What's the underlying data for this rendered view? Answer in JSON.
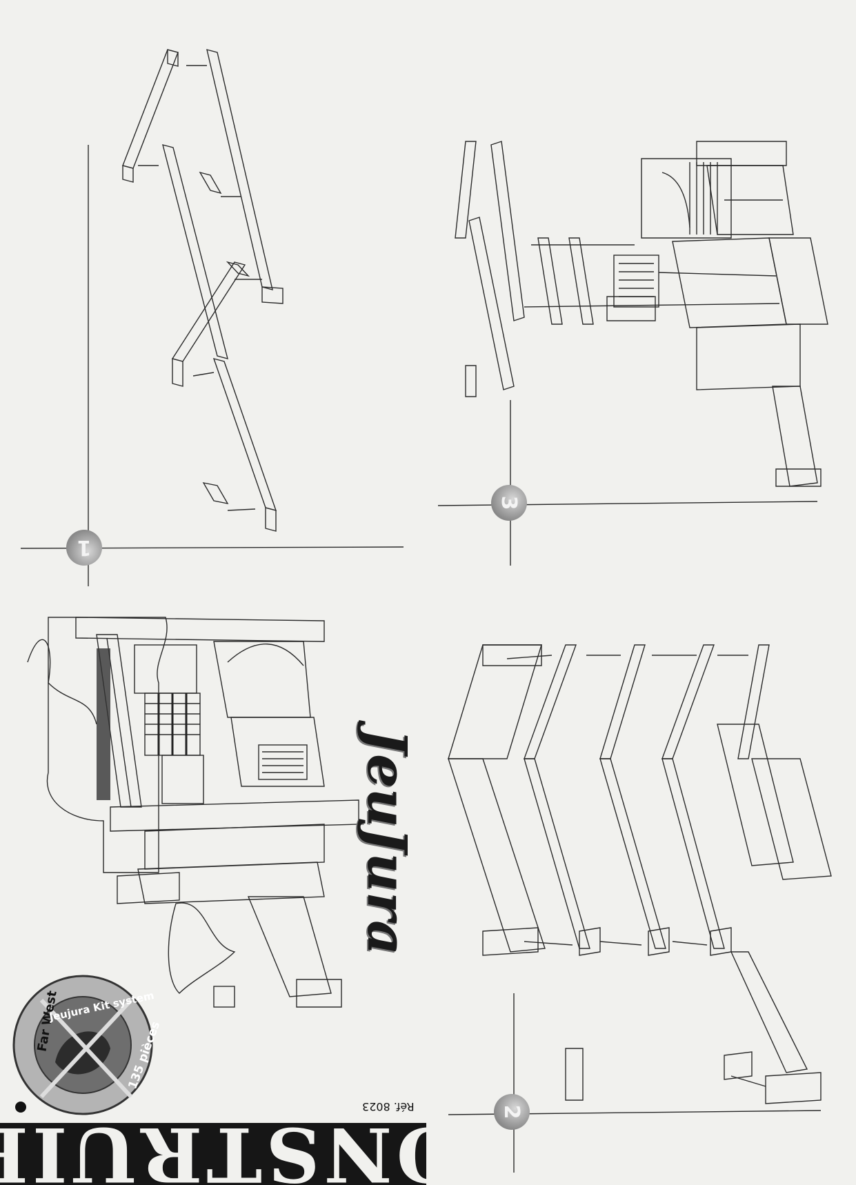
{
  "banner": {
    "text": "CONSTRUIRE"
  },
  "reference": {
    "text": "Réf. 8023"
  },
  "brand": {
    "name": "JeuJura"
  },
  "seal": {
    "line1": "Far West",
    "line2": "Jeujura Kit system",
    "line3": "135 pièces"
  },
  "steps": [
    {
      "number": "1"
    },
    {
      "number": "2"
    },
    {
      "number": "3"
    }
  ],
  "colors": {
    "ink": "#111111",
    "paper": "#f1f1ee",
    "badge": "#8a8a8a"
  }
}
